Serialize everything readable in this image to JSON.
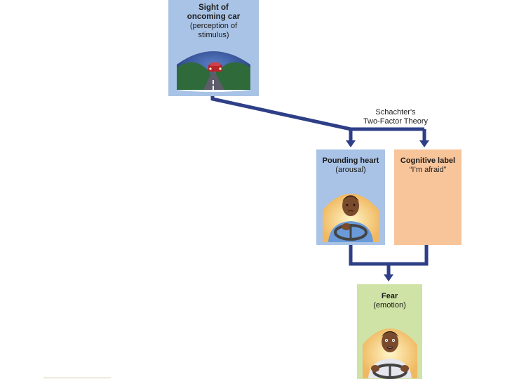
{
  "stimulus": {
    "title": "Sight of\noncoming car",
    "subtitle": "(perception of\nstimulus)",
    "icon": "car-scene-icon"
  },
  "theory_label": "Schachter's\nTwo-Factor Theory",
  "arousal": {
    "title": "Pounding heart",
    "subtitle": "(arousal)",
    "icon": "driver-arousal-icon"
  },
  "cognitive": {
    "title": "Cognitive label",
    "subtitle": "“I’m afraid”"
  },
  "emotion": {
    "title": "Fear",
    "subtitle": "(emotion)",
    "icon": "driver-fear-icon"
  },
  "colors": {
    "arrow": "#2e3f87",
    "blue_box": "#a9c3e6",
    "orange_box": "#f8c49a",
    "green_box": "#cfe3a6"
  }
}
